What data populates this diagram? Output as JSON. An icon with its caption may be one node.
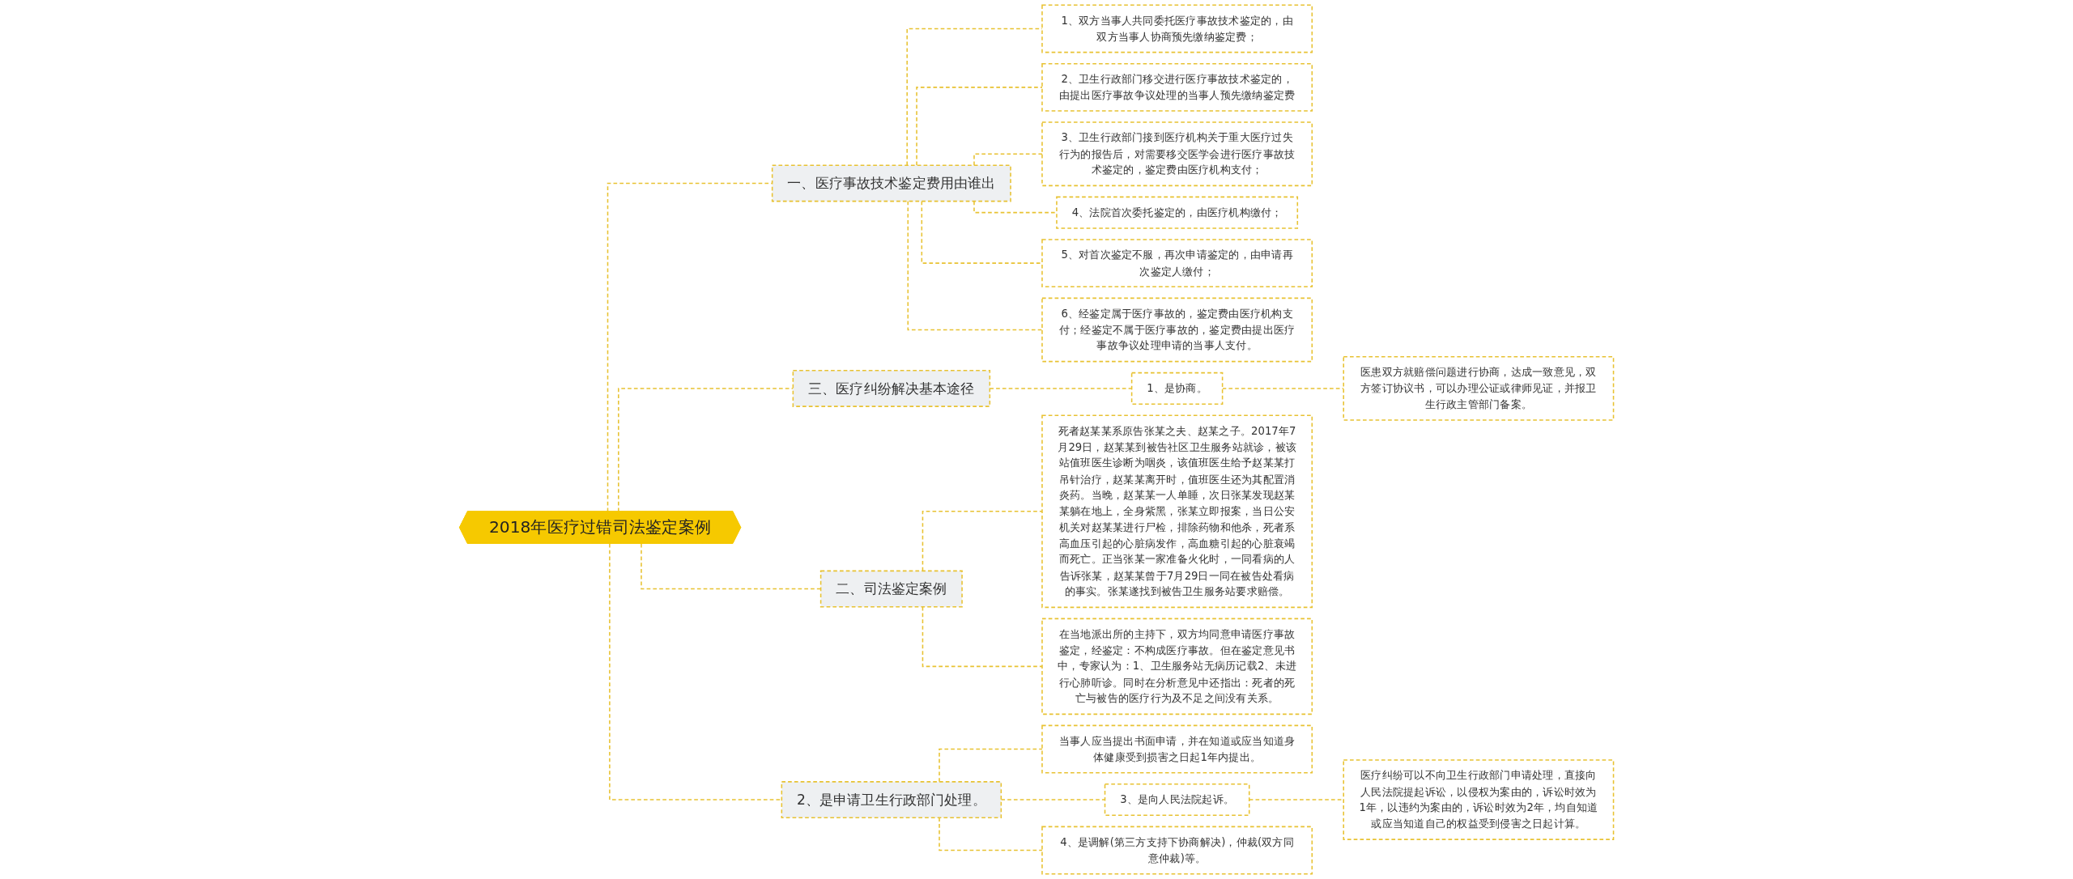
{
  "diagram": {
    "nodes": [
      {
        "text": [
          "2018年医疗过错司法鉴定案例"
        ]
      },
      {
        "text": [
          "一、医疗事故技术鉴定费用由谁出"
        ]
      },
      {
        "text": [
          "1、双方当事人共同委托医疗事故技术鉴定的，由双方当事人协商预先缴纳鉴定费；"
        ]
      },
      {
        "text": [
          "2、卫生行政部门移交进行医疗事故技术鉴定的，由提出医疗事故争议处理的当事人预先缴纳鉴定费"
        ]
      },
      {
        "text": [
          "3、卫生行政部门接到医疗机构关于重大医疗过失行为的报告后，对需要移交医学会进行医疗事故技术鉴定的，鉴定费由医疗机构支付；"
        ]
      },
      {
        "text": [
          "4、法院首次委托鉴定的，由医疗机构缴付；"
        ]
      },
      {
        "text": [
          "5、对首次鉴定不服，再次申请鉴定的，由申请再次鉴定人缴付；"
        ]
      },
      {
        "text": [
          "6、经鉴定属于医疗事故的，鉴定费由医疗机构支付；经鉴定不属于医疗事故的，鉴定费由提出医疗事故争议处理申请的当事人支付。"
        ]
      },
      {
        "text": [
          "三、医疗纠纷解决基本途径"
        ]
      },
      {
        "text": [
          "1、是协商。"
        ]
      },
      {
        "text": [
          "医患双方就赔偿问题进行协商，达成一致意见，双方签订协议书，可以办理公证或律师见证，并报卫生行政主管部门备案。"
        ]
      },
      {
        "text": [
          "二、司法鉴定案例"
        ]
      },
      {
        "text": [
          "死者赵某某系原告张某之夫、赵某之子。2017年7月29日，赵某某到被告社区卫生服务站就诊，被该站值班医生诊断为咽炎，该值班医生给予赵某某打吊针治疗，赵某某离开时，值班医生还为其配置消炎药。当晚，赵某某一人单睡，次日张某发现赵某某躺在地上，全身紫黑，张某立即报案，当日公安机关对赵某某进行尸检，排除药物和他杀，死者系高血压引起的心脏病发作，高血糖引起的心脏衰竭而死亡。正当张某一家准备火化时，一同看病的人告诉张某，赵某某曾于7月29日一同在被告处看病的事实。张某遂找到被告卫生服务站要求赔偿。"
        ]
      },
      {
        "text": [
          "在当地派出所的主持下，双方均同意申请医疗事故鉴定，经鉴定：不构成医疗事故。但在鉴定意见书中，专家认为：1、卫生服务站无病历记载2、未进行心肺听诊。同时在分析意见中还指出：死者的死亡与被告的医疗行为及不足之间没有关系。"
        ]
      },
      {
        "text": [
          "2、是申请卫生行政部门处理。"
        ]
      },
      {
        "text": [
          "当事人应当提出书面申请，并在知道或应当知道身体健康受到损害之日起1年内提出。"
        ]
      },
      {
        "text": [
          "3、是向人民法院起诉。"
        ]
      },
      {
        "text": [
          "医疗纠纷可以不向卫生行政部门申请处理，直接向人民法院提起诉讼，以侵权为案由的，诉讼时效为1年，以违约为案由的，诉讼时效为2年，均自知道或应当知道自己的权益受到侵害之日起计算。"
        ]
      },
      {
        "text": [
          "4、是调解(第三方支持下协商解决)，仲裁(双方同意仲裁)等。"
        ]
      }
    ],
    "edges": [
      {
        "from": 0,
        "to": 1,
        "arrow": "none",
        "style": "dashed"
      },
      {
        "from": 1,
        "to": 2,
        "arrow": "none",
        "style": "dashed"
      },
      {
        "from": 1,
        "to": 3,
        "arrow": "none",
        "style": "dashed"
      },
      {
        "from": 1,
        "to": 4,
        "arrow": "none",
        "style": "dashed"
      },
      {
        "from": 1,
        "to": 5,
        "arrow": "none",
        "style": "dashed"
      },
      {
        "from": 1,
        "to": 6,
        "arrow": "none",
        "style": "dashed"
      },
      {
        "from": 1,
        "to": 7,
        "arrow": "none",
        "style": "dashed"
      },
      {
        "from": 0,
        "to": 8,
        "arrow": "none",
        "style": "dashed"
      },
      {
        "from": 8,
        "to": 9,
        "arrow": "none",
        "style": "dashed"
      },
      {
        "from": 9,
        "to": 10,
        "arrow": "none",
        "style": "dashed"
      },
      {
        "from": 0,
        "to": 11,
        "arrow": "none",
        "style": "dashed"
      },
      {
        "from": 11,
        "to": 12,
        "arrow": "none",
        "style": "dashed"
      },
      {
        "from": 11,
        "to": 13,
        "arrow": "none",
        "style": "dashed"
      },
      {
        "from": 0,
        "to": 14,
        "arrow": "none",
        "style": "dashed"
      },
      {
        "from": 14,
        "to": 15,
        "arrow": "none",
        "style": "dashed"
      },
      {
        "from": 14,
        "to": 16,
        "arrow": "none",
        "style": "dashed"
      },
      {
        "from": 16,
        "to": 17,
        "arrow": "none",
        "style": "dashed"
      },
      {
        "from": 14,
        "to": 18,
        "arrow": "none",
        "style": "dashed"
      }
    ]
  }
}
